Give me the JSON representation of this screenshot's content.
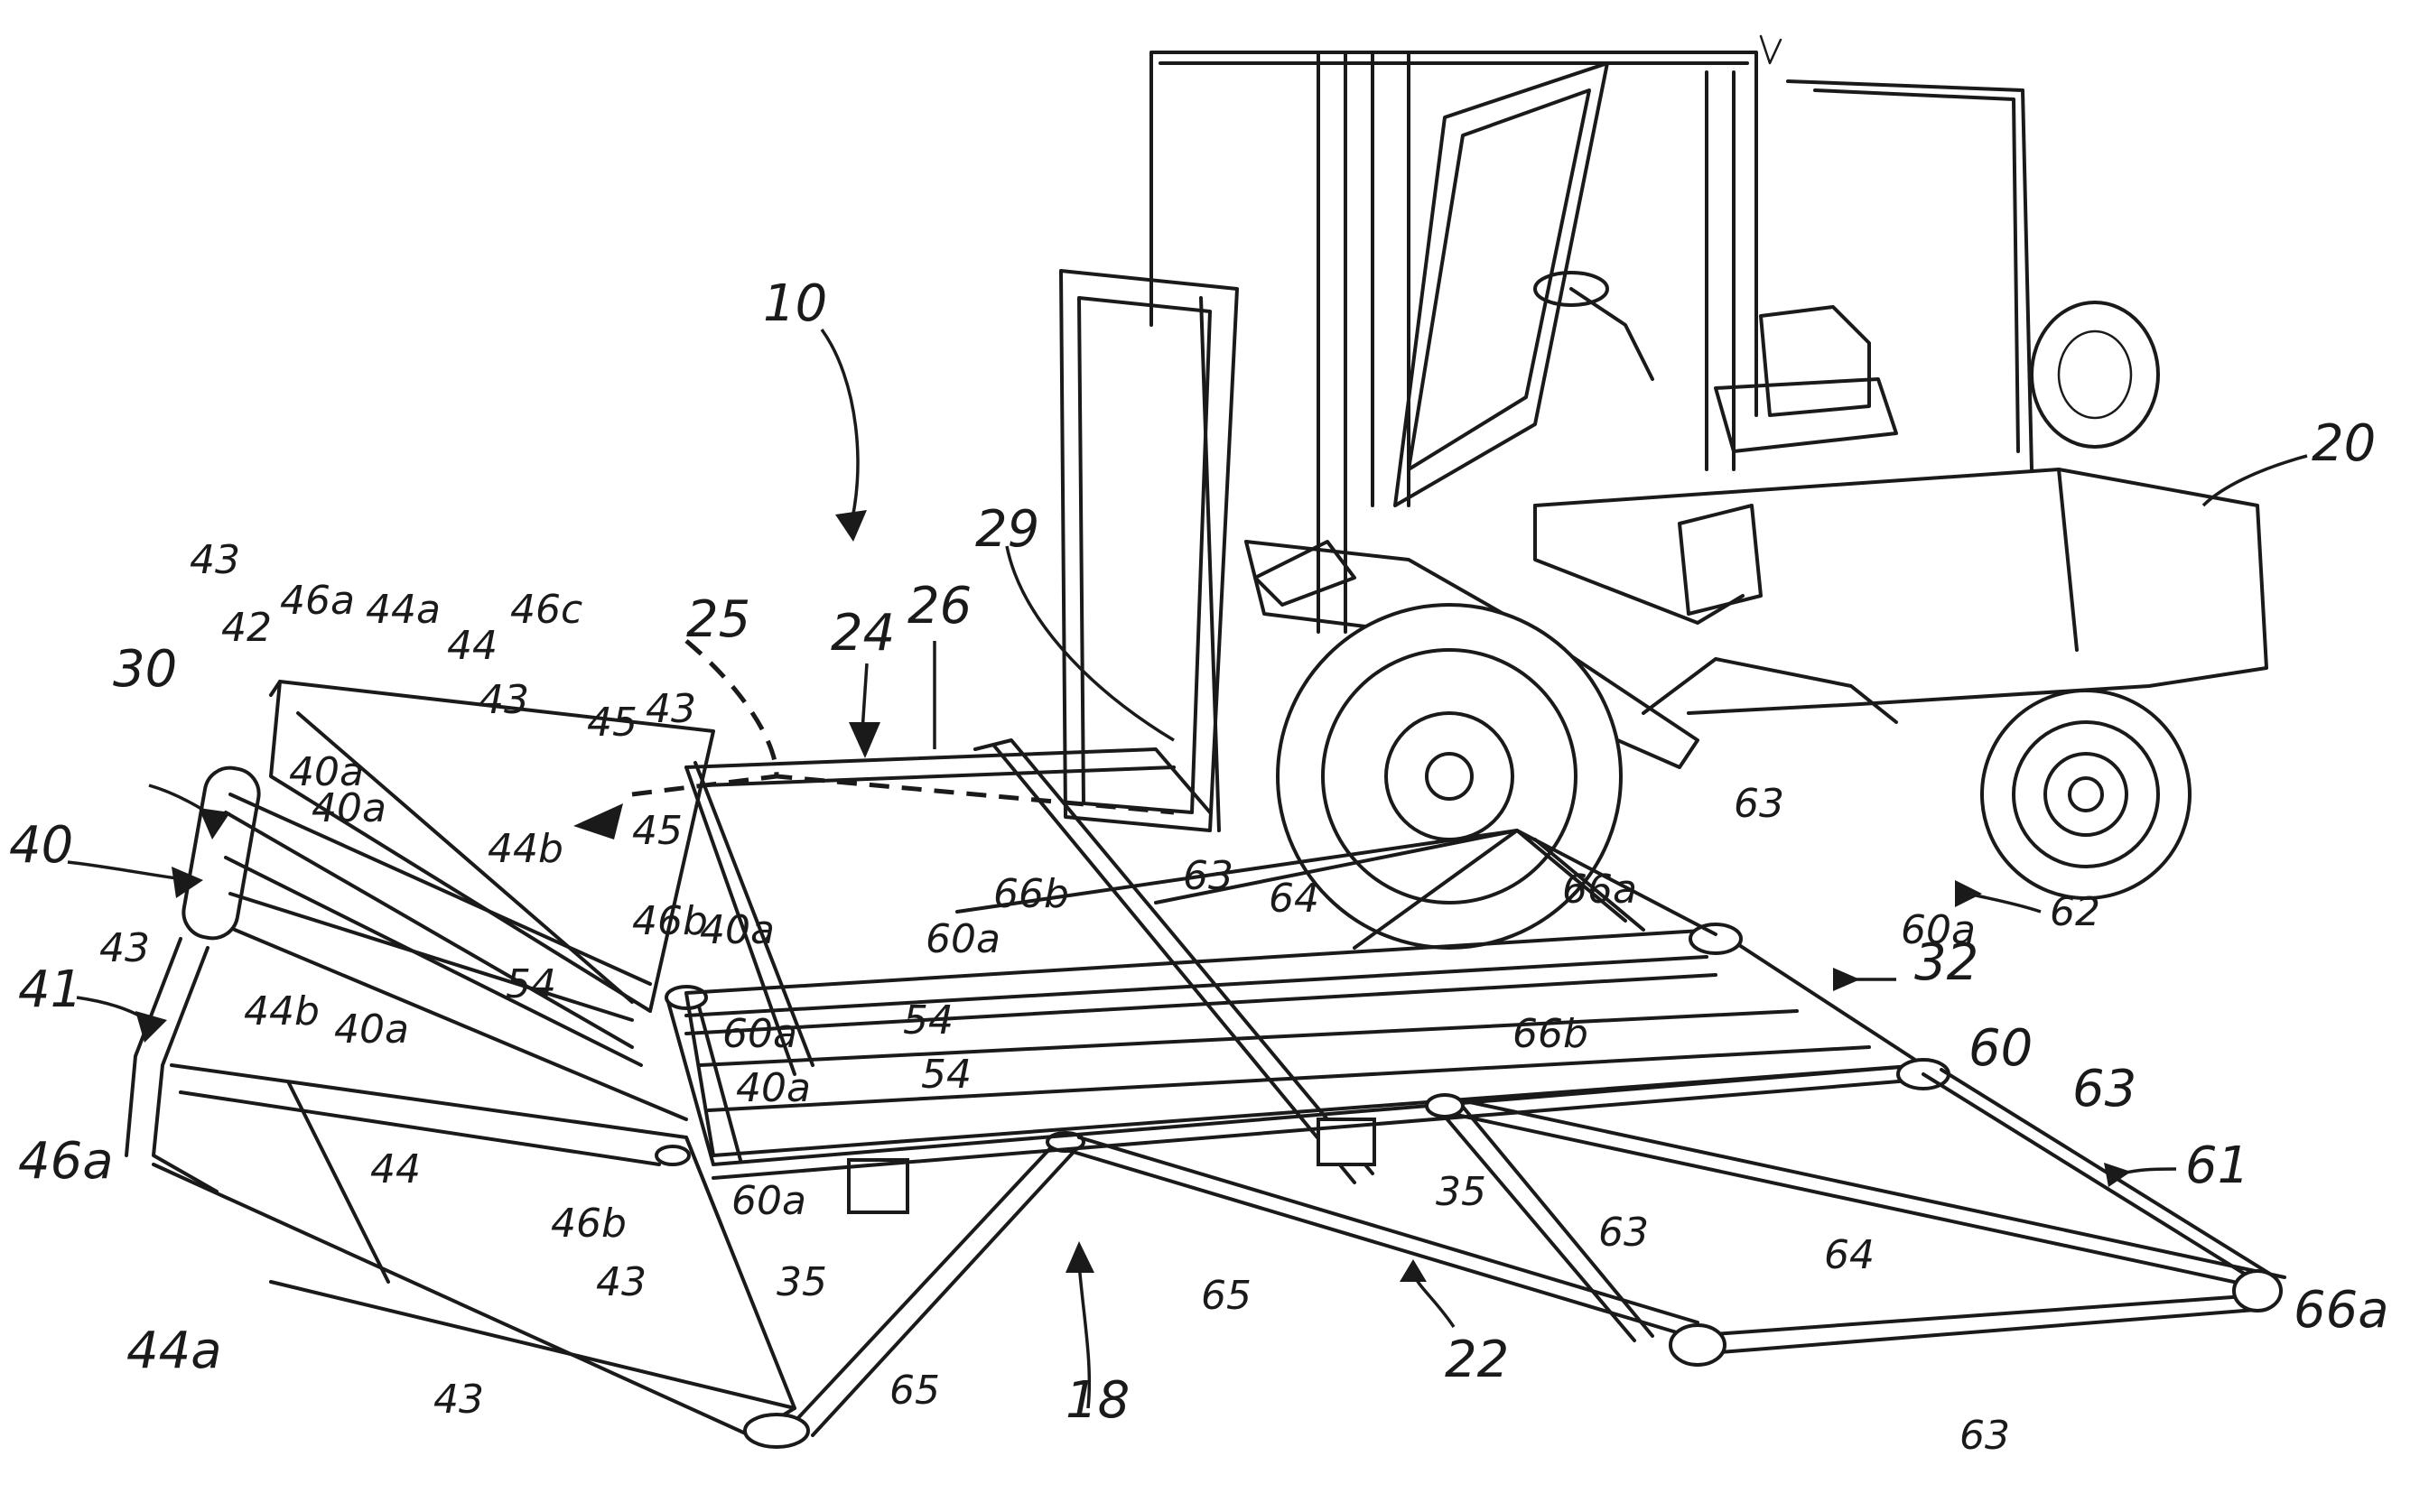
{
  "labels": {
    "l10": "10",
    "l20": "20",
    "l24": "24",
    "l25": "25",
    "l26": "26",
    "l29": "29",
    "l30": "30",
    "l40": "40",
    "l41": "41",
    "l42": "42",
    "l43_top": "43",
    "l46a_top": "46a",
    "l44a_top": "44a",
    "l44_top": "44",
    "l46c": "46c",
    "l43_mid": "43",
    "l45_a": "45",
    "l43_b": "43",
    "l45_b": "45",
    "l44b_mid": "44b",
    "l46b_mid": "46b",
    "l40a_1": "40a",
    "l40a_2": "40a",
    "l43_left": "43",
    "l44b_left": "44b",
    "l40a_3": "40a",
    "l54_1": "54",
    "l40a_4": "40a",
    "l60a_1": "60a",
    "l54_2": "54",
    "l40a_5": "40a",
    "l54_3": "54",
    "l46a_left": "46a",
    "l44_left": "44",
    "l46b_low": "46b",
    "l60a_2": "60a",
    "l44a_low": "44a",
    "l43_low1": "43",
    "l43_low2": "43",
    "l35_left": "35",
    "l65_left": "65",
    "l18": "18",
    "l65_mid": "65",
    "l35_right": "35",
    "l22": "22",
    "l63_top1": "63",
    "l63_top2": "63",
    "l64_top": "64",
    "l66b_top": "66b",
    "l60a_top": "60a",
    "l66a_top": "66a",
    "l62": "62",
    "l60a_right": "60a",
    "l32": "32",
    "l60": "60",
    "l66b_mid": "66b",
    "l63_right": "63",
    "l61": "61",
    "l63_mid": "63",
    "l64_low": "64",
    "l66a_low": "66a",
    "l63_bottom": "63"
  }
}
